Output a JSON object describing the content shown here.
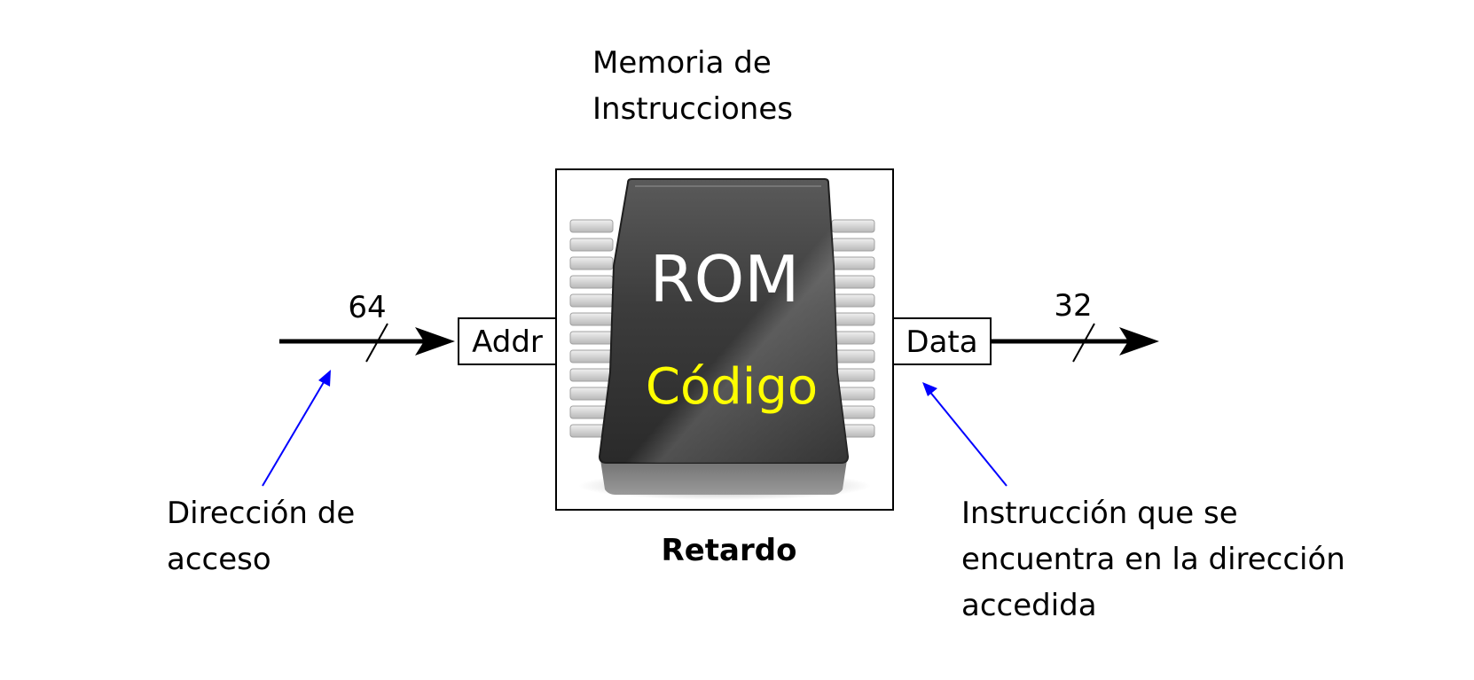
{
  "title": {
    "line1": "Memoria de",
    "line2": "Instrucciones"
  },
  "chip": {
    "label": "ROM",
    "content": "Código",
    "content_color": "#ffff00",
    "body_color": "#4a4a4a"
  },
  "delay_label": "Retardo",
  "ports": {
    "input": "Addr",
    "output": "Data"
  },
  "buses": {
    "input_width": "64",
    "output_width": "32"
  },
  "annotations": {
    "input": {
      "line1": "Dirección de",
      "line2": "acceso"
    },
    "output": {
      "line1": "Instrucción que se",
      "line2": "encuentra en la dirección",
      "line3": "accedida"
    },
    "arrow_color": "#0000ff"
  }
}
